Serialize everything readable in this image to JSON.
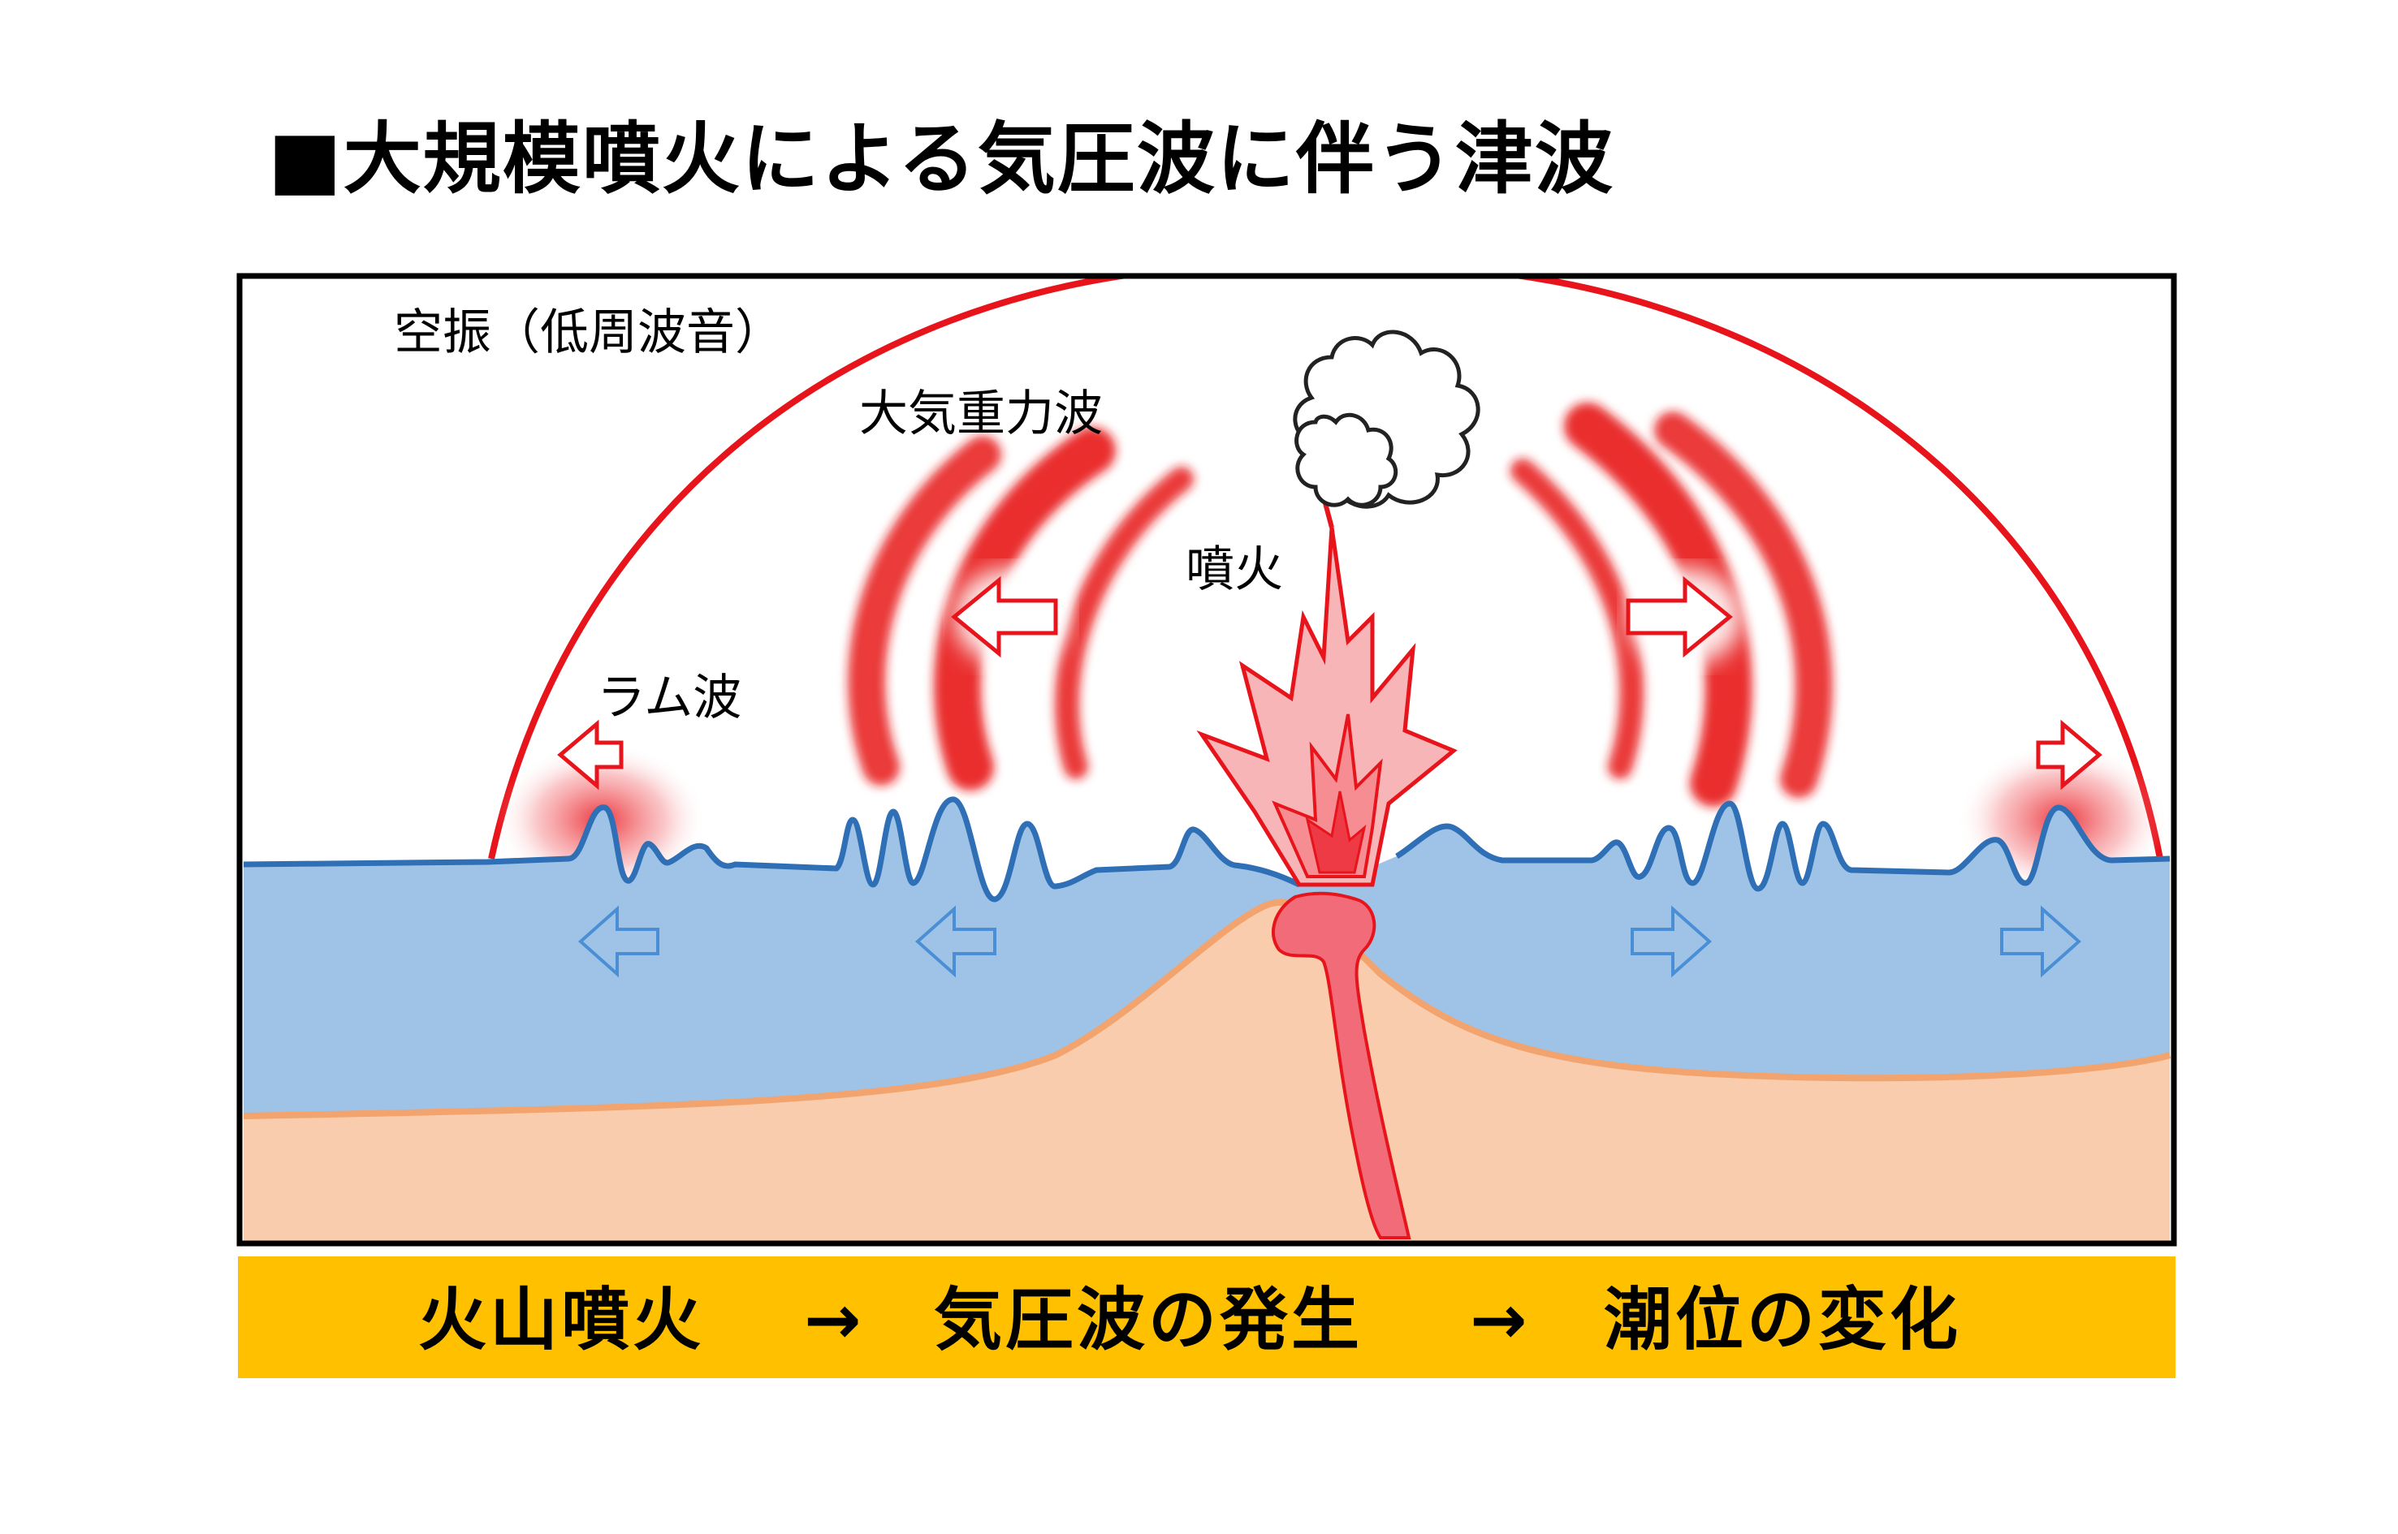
{
  "title": "■大規模噴火による気圧波に伴う津波",
  "labels": {
    "infrasound": "空振（低周波音）",
    "gravity_wave": "大気重力波",
    "eruption": "噴火",
    "lamb_wave": "ラム波"
  },
  "bottom_bar": {
    "step1": "火山噴火",
    "arrow1": "→",
    "step2": "気圧波の発生",
    "arrow2": "→",
    "step3": "潮位の変化"
  },
  "colors": {
    "wave_red": "#e8141b",
    "sea": "#9fc3e6",
    "sea_line": "#2e6fb5",
    "ground": "#f8ccac",
    "ground_line": "#f2a36e",
    "bar": "#ffc000",
    "magma": "#f26b78"
  }
}
